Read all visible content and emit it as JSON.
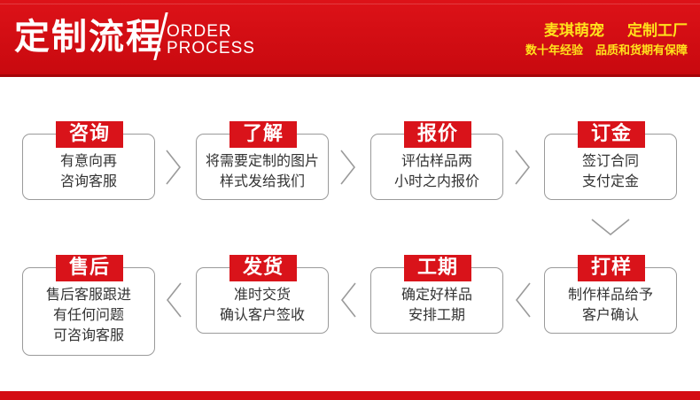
{
  "header": {
    "title_cn": "定制流程",
    "title_en_line1": "ORDER",
    "title_en_line2": "PROCESS",
    "slogan_brand": "麦琪萌宠",
    "slogan_factory": "定制工厂",
    "slogan_sub_1": "数十年经验",
    "slogan_sub_2": "品质和货期有保障"
  },
  "colors": {
    "brand_red": "#d9131a",
    "slogan_yellow": "#ffe21c",
    "box_border": "#9a9a9a",
    "text": "#333333"
  },
  "steps": [
    {
      "tag": "咨询",
      "lines": [
        "有意向再",
        "咨询客服"
      ]
    },
    {
      "tag": "了解",
      "lines": [
        "将需要定制的图片",
        "样式发给我们"
      ]
    },
    {
      "tag": "报价",
      "lines": [
        "评估样品两",
        "小时之内报价"
      ]
    },
    {
      "tag": "订金",
      "lines": [
        "签订合同",
        "支付定金"
      ]
    },
    {
      "tag": "打样",
      "lines": [
        "制作样品给予",
        "客户确认"
      ]
    },
    {
      "tag": "工期",
      "lines": [
        "确定好样品",
        "安排工期"
      ]
    },
    {
      "tag": "发货",
      "lines": [
        "准时交货",
        "确认客户签收"
      ]
    },
    {
      "tag": "售后",
      "lines": [
        "售后客服跟进",
        "有任何问题",
        "可咨询客服"
      ]
    }
  ],
  "arrows": {
    "row1": "chevron-right-icon",
    "turn": "chevron-down-icon",
    "row2": "chevron-left-icon"
  }
}
